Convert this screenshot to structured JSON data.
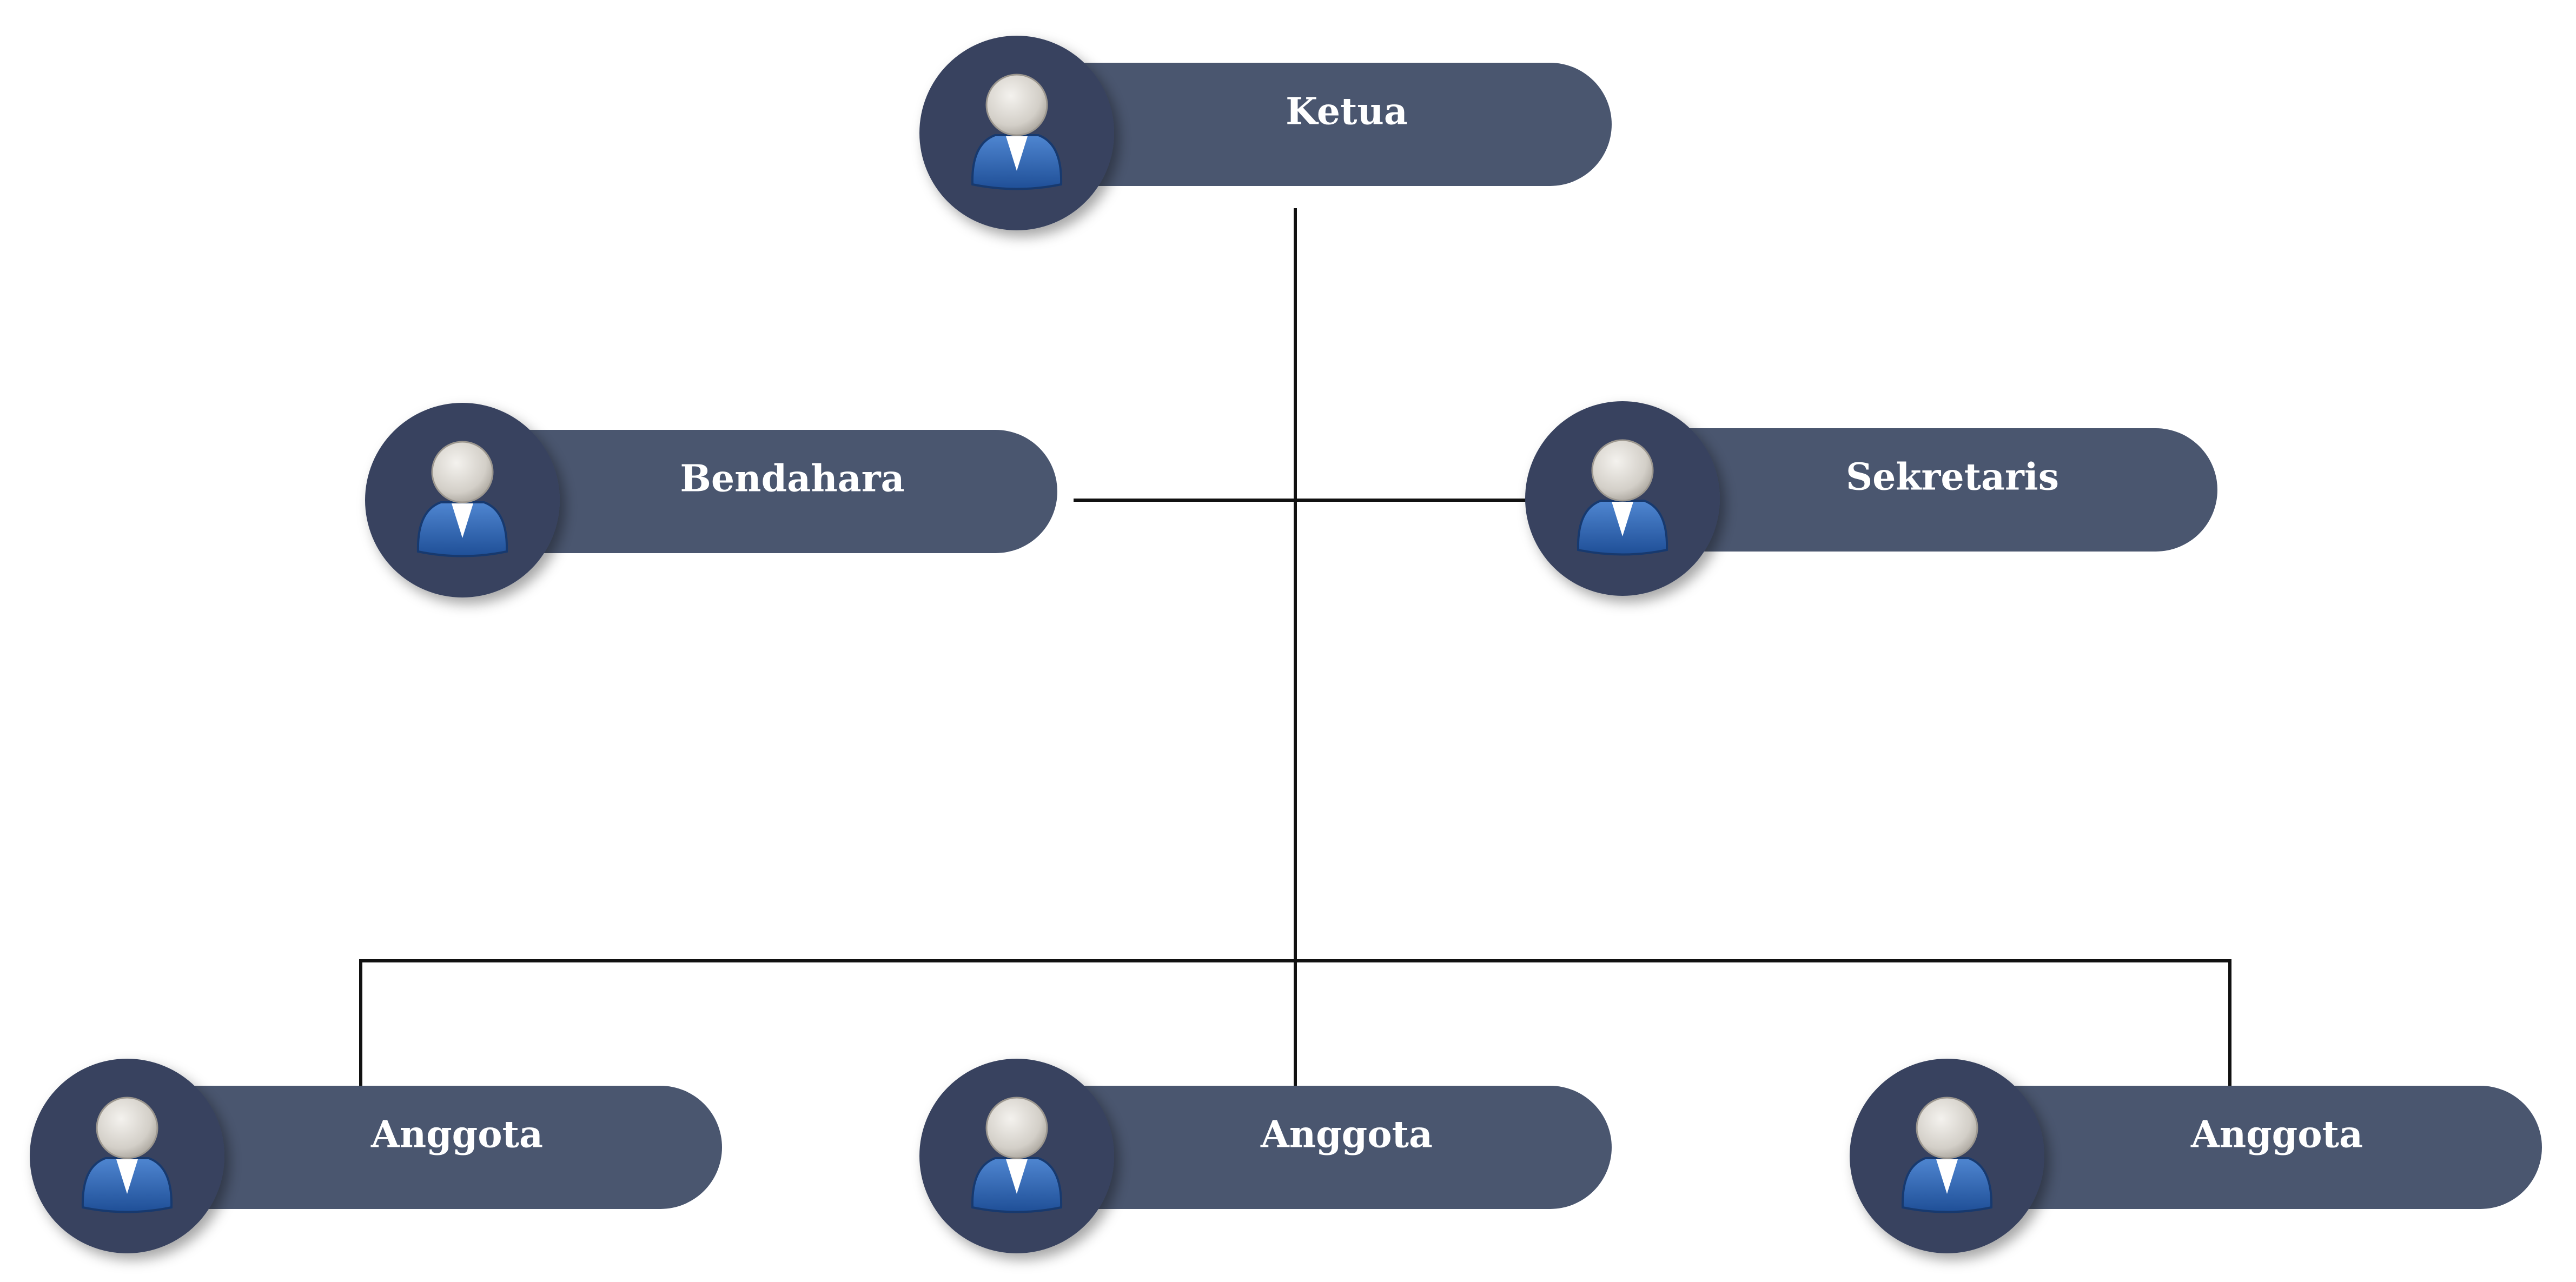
{
  "colors": {
    "pill": "#4a566f",
    "badge": "#37425f",
    "connector": "#111111",
    "head": "#d4d0c8",
    "body": "#2f63ad",
    "collar": "#ffffff"
  },
  "icon": "user-avatar-icon",
  "nodes": [
    {
      "id": "ketua",
      "label": "Ketua"
    },
    {
      "id": "bendahara",
      "label": "Bendahara"
    },
    {
      "id": "sekretaris",
      "label": "Sekretaris"
    },
    {
      "id": "anggota-1",
      "label": "Anggota"
    },
    {
      "id": "anggota-2",
      "label": "Anggota"
    },
    {
      "id": "anggota-3",
      "label": "Anggota"
    }
  ]
}
